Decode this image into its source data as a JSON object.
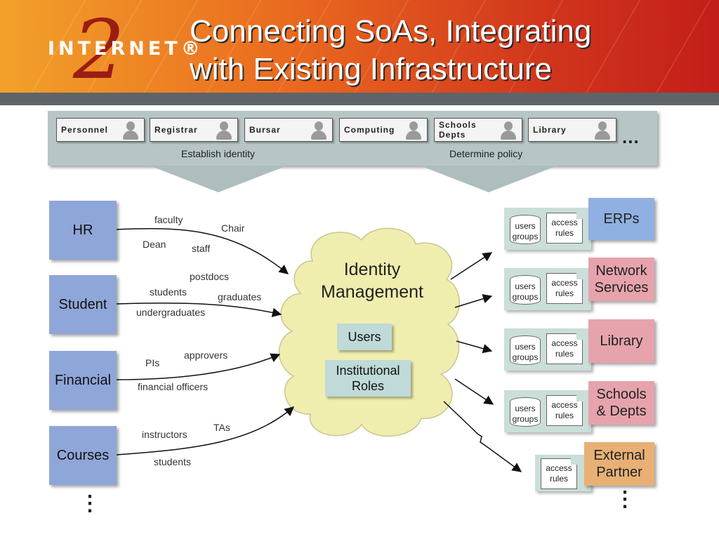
{
  "header": {
    "logo_text": "INTERNET®",
    "logo_numeral": "2",
    "title_line1": "Connecting SoAs, Integrating",
    "title_line2": "with Existing Infrastructure"
  },
  "offices": [
    {
      "label": "Personnel"
    },
    {
      "label": "Registrar"
    },
    {
      "label": "Bursar"
    },
    {
      "label": "Computing"
    },
    {
      "label_line1": "Schools",
      "label_line2": "Depts"
    },
    {
      "label": "Library"
    }
  ],
  "offices_more": "...",
  "captions": {
    "left": "Establish identity",
    "right": "Determine policy"
  },
  "sources": [
    {
      "label": "HR",
      "flows": [
        "faculty",
        "Chair",
        "Dean",
        "staff"
      ]
    },
    {
      "label": "Student",
      "flows": [
        "postdocs",
        "students",
        "graduates",
        "undergraduates"
      ]
    },
    {
      "label": "Financial",
      "flows": [
        "PIs",
        "approvers",
        "financial officers"
      ]
    },
    {
      "label": "Courses",
      "flows": [
        "instructors",
        "TAs",
        "students"
      ]
    }
  ],
  "more_dots": "⋮",
  "identity_management": {
    "title_line1": "Identity",
    "title_line2": "Management",
    "users": "Users",
    "roles_line1": "Institutional",
    "roles_line2": "Roles"
  },
  "store_labels": {
    "db_line1": "users",
    "db_line2": "groups",
    "doc_line1": "access",
    "doc_line2": "rules"
  },
  "targets": [
    {
      "label_line1": "ERPs",
      "label_line2": "",
      "color": "#8fb0e0"
    },
    {
      "label_line1": "Network",
      "label_line2": "Services",
      "color": "#e6a3ac"
    },
    {
      "label_line1": "Library",
      "label_line2": "",
      "color": "#e6a3ac"
    },
    {
      "label_line1": "Schools",
      "label_line2": "& Depts",
      "color": "#e6a3ac"
    },
    {
      "label_line1": "External",
      "label_line2": "Partner",
      "color": "#e8b075"
    }
  ],
  "colors": {
    "header_orange": "#ea6a1f",
    "header_red": "#c21e1a",
    "source_blue": "#8fa6d8",
    "cloud_yellow": "#f0eeae",
    "panel_green": "#cadeda"
  }
}
